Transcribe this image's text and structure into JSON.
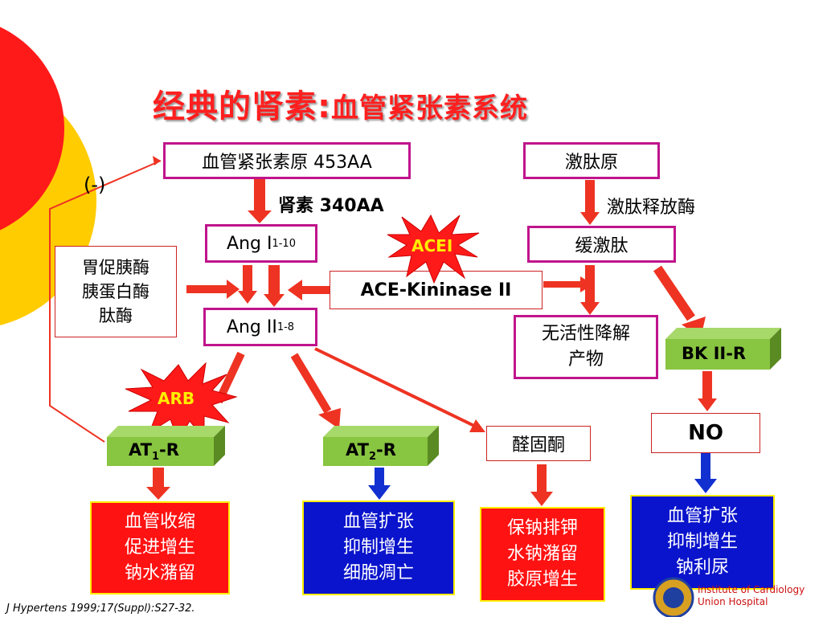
{
  "slide": {
    "title_main": "经典的肾素:",
    "title_sub": "血管紧张素系统",
    "citation": "J Hypertens 1999;17(Suppl):S27-32.",
    "logo_line1": "Institute of Cardiology",
    "logo_line2": "Union Hospital"
  },
  "nodes": {
    "angiotensinogen": "血管紧张素原   453AA",
    "renin": "肾素 340AA",
    "ang1": "Ang I",
    "ang1_sup": "1-10",
    "ang2": "Ang II",
    "ang2_sup": "1-8",
    "proteases": [
      "胃促胰酶",
      "胰蛋白酶",
      "肽酶"
    ],
    "negative": "(-)",
    "ace_kininase": "ACE-Kininase II",
    "acei": "ACEI",
    "arb": "ARB",
    "kininogen": "激肽原",
    "kallikrein": "激肽释放酶",
    "bradykinin": "缓激肽",
    "inactive": [
      "无活性降解",
      "产物"
    ],
    "bk2r": "BK II-R",
    "no": "NO",
    "aldosterone": "醛固酮",
    "at1r_main": "AT",
    "at1r_sub": "1",
    "at1r_tail": "-R",
    "at2r_main": "AT",
    "at2r_sub": "2",
    "at2r_tail": "-R"
  },
  "effects": {
    "at1": [
      "血管收缩",
      "促进增生",
      "钠水潴留"
    ],
    "at2": [
      "血管扩张",
      "抑制增生",
      "细胞凋亡"
    ],
    "aldo": [
      "保钠排钾",
      "水钠潴留",
      "胶原增生"
    ],
    "no": [
      "血管扩张",
      "抑制增生",
      "钠利尿"
    ]
  },
  "colors": {
    "red_arrow": "#ee3322",
    "blue_arrow": "#1230d0",
    "box_border": "#c0148c",
    "green_box": "#88c540",
    "effect_red": "#ff1212",
    "effect_blue": "#0a14cc"
  }
}
